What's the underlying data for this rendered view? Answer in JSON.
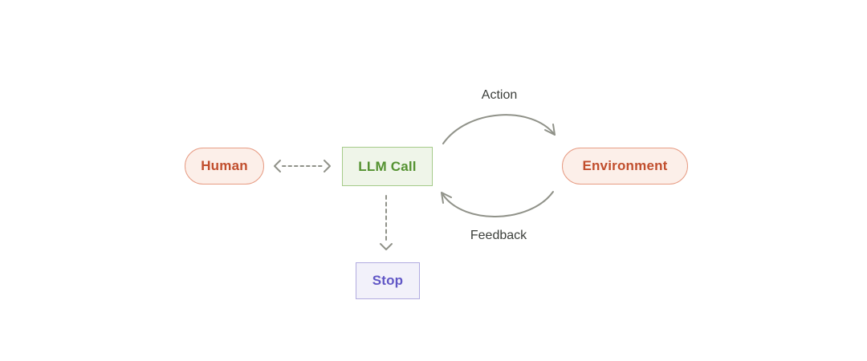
{
  "diagram": {
    "description": "Agent loop diagram: Human and LLM Call exchange (dashed bidirectional), LLM Call acts on Environment (Action), Environment returns Feedback, LLM Call may Stop."
  },
  "nodes": {
    "human": {
      "label": "Human",
      "shape": "pill"
    },
    "llm_call": {
      "label": "LLM Call",
      "shape": "rectangle"
    },
    "environment": {
      "label": "Environment",
      "shape": "pill"
    },
    "stop": {
      "label": "Stop",
      "shape": "rectangle"
    }
  },
  "edges": {
    "action": {
      "label": "Action",
      "from": "llm_call",
      "to": "environment",
      "style": "solid-curved"
    },
    "feedback": {
      "label": "Feedback",
      "from": "environment",
      "to": "llm_call",
      "style": "solid-curved"
    },
    "human_llm": {
      "label": "",
      "from": "human",
      "to": "llm_call",
      "style": "dashed",
      "bidirectional": true
    },
    "llm_stop": {
      "label": "",
      "from": "llm_call",
      "to": "stop",
      "style": "dashed"
    }
  },
  "colors": {
    "background": "#ffffff",
    "human_env_bg": "#fcefe9",
    "human_env_border": "#e79c84",
    "human_env_text": "#c14e2d",
    "llm_bg": "#eff5e9",
    "llm_border": "#a5cb89",
    "llm_text": "#549231",
    "stop_bg": "#f2f1fa",
    "stop_border": "#b1abe0",
    "stop_text": "#6157c6",
    "arrow": "#909289",
    "edge_label_text": "#3c3f3b"
  }
}
